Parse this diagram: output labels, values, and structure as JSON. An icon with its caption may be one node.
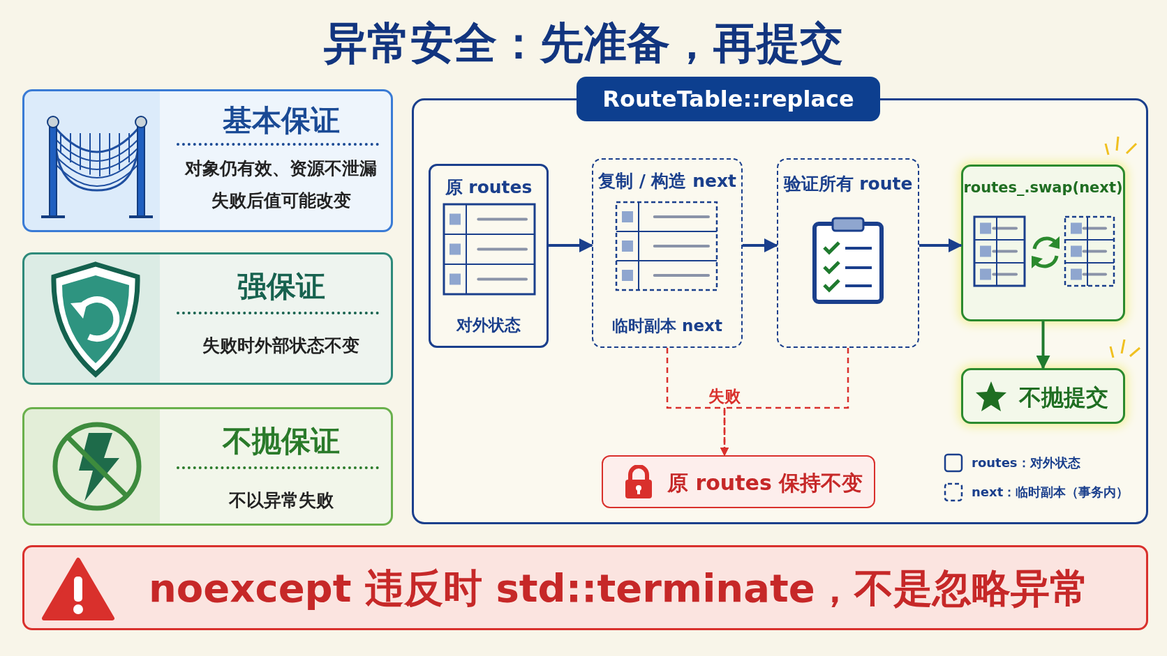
{
  "diagram": {
    "title": "异常安全：先准备，再提交",
    "nodes": [
      {
        "text": [
          "基本保证",
          "对象仍有效、资源不泄漏",
          "失败后值可能改变"
        ]
      },
      {
        "text": [
          "强保证",
          "失败时外部状态不变"
        ]
      },
      {
        "text": [
          "不抛保证",
          "不以异常失败"
        ]
      },
      {
        "text": [
          "RouteTable::replace"
        ]
      },
      {
        "text": [
          "原 routes",
          "对外状态"
        ],
        "in": 3
      },
      {
        "text": [
          "复制 / 构造 next",
          "临时副本 next"
        ],
        "in": 3
      },
      {
        "text": [
          "验证所有 route"
        ],
        "in": 3
      },
      {
        "text": [
          "routes_.swap(next)"
        ],
        "in": 3
      },
      {
        "text": [
          "不抛提交"
        ],
        "in": 3
      },
      {
        "text": [
          "原 routes 保持不变"
        ],
        "in": 3
      },
      {
        "text": [
          "noexcept 违反时 std::terminate，不是忽略异常"
        ]
      }
    ],
    "edges": [
      {
        "from": 4,
        "to": 5,
        "arrow": "to"
      },
      {
        "from": 5,
        "to": 6,
        "arrow": "to"
      },
      {
        "from": 6,
        "to": 7,
        "arrow": "to"
      },
      {
        "from": 7,
        "to": 8,
        "arrow": "to",
        "color": "#1f7a2e"
      },
      {
        "from": 5,
        "to": 9,
        "arrow": "to",
        "label": "失败",
        "style": "dashed",
        "color": "#d9302c"
      },
      {
        "from": 6,
        "to": 9,
        "arrow": "to",
        "style": "dashed",
        "color": "#d9302c"
      }
    ],
    "legend": [
      {
        "text": "routes：对外状态"
      },
      {
        "text": "next：临时副本（事务内）"
      }
    ]
  }
}
